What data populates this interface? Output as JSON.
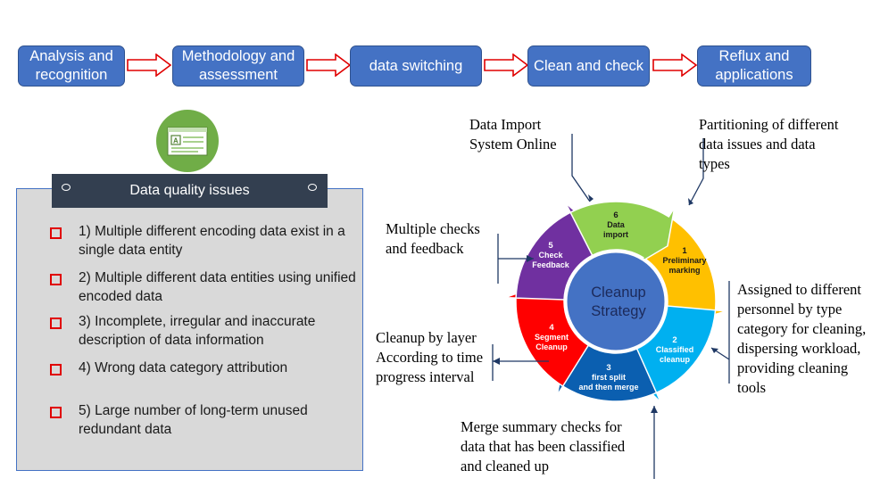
{
  "flow_steps": [
    "Analysis and recognition",
    "Methodology and assessment",
    "data switching",
    "Clean and check",
    "Reflux and applications"
  ],
  "issues_panel": {
    "header": "Data quality issues",
    "items": [
      "1) Multiple different encoding data exist in a single data entity",
      "2) Multiple different data entities using unified encoded data",
      "3) Incomplete, irregular and inaccurate description of data information",
      "4) Wrong data category attribution",
      "5) Large number of long-term unused redundant data"
    ]
  },
  "cycle": {
    "center": "Cleanup Strategy",
    "segments": [
      {
        "num": "1",
        "label": "Preliminary marking",
        "color": "#ffc000"
      },
      {
        "num": "2",
        "label": "Classified cleanup",
        "color": "#00b0f0"
      },
      {
        "num": "3",
        "label": "first split and then merge",
        "color": "#0b5fb0"
      },
      {
        "num": "4",
        "label": "Segment Cleanup",
        "color": "#ff0000"
      },
      {
        "num": "5",
        "label": "Check Feedback",
        "color": "#7030a0"
      },
      {
        "num": "6",
        "label": "Data import",
        "color": "#92d050"
      }
    ]
  },
  "annotations": {
    "import": "Data Import System Online",
    "partition": "Partitioning of different data issues and data types",
    "assigned": "Assigned to different personnel by type category for cleaning, dispersing workload, providing cleaning tools",
    "merge": "Merge summary checks for data that has been classified and cleaned up",
    "layer": "Cleanup by layer According to time progress interval",
    "checks": "Multiple checks and feedback"
  },
  "colors": {
    "flow_fill": "#4472c4",
    "arrow_outline": "#e00000",
    "panel_bg": "#d9d9d9",
    "header_bg": "#333f50",
    "icon_circle": "#70ad47"
  },
  "icons": [
    "document-icon",
    "circle-icon",
    "checkbox-icon"
  ]
}
